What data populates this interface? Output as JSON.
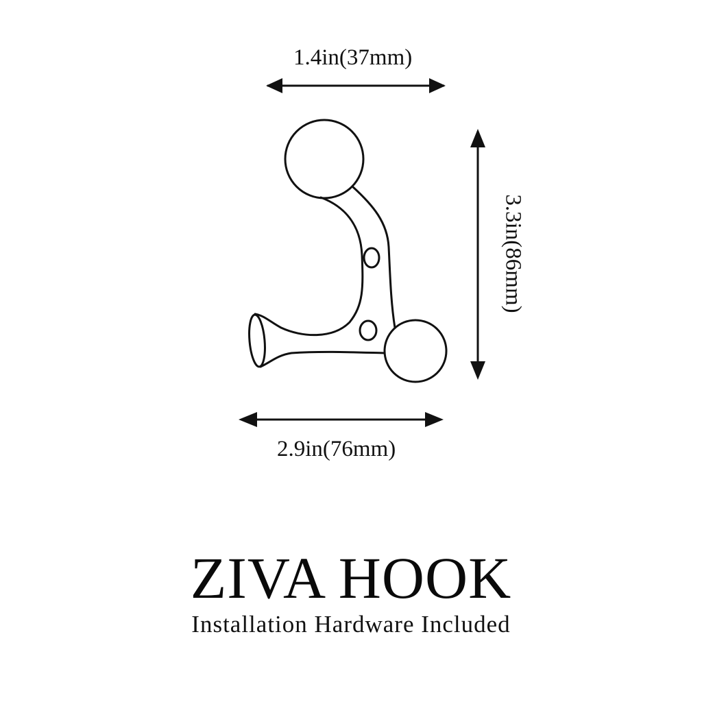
{
  "dimensions": {
    "width_top": "1.4in(37mm)",
    "height_right": "3.3in(86mm)",
    "width_bottom": "2.9in(76mm)"
  },
  "product": {
    "name": "ZIVA HOOK",
    "subtitle": "Installation Hardware Included"
  },
  "colors": {
    "line": "#111111",
    "background": "#ffffff"
  },
  "icons": {
    "arrows": "double-headed-dimension-arrow",
    "drawing": "coat-hook-line-drawing"
  }
}
